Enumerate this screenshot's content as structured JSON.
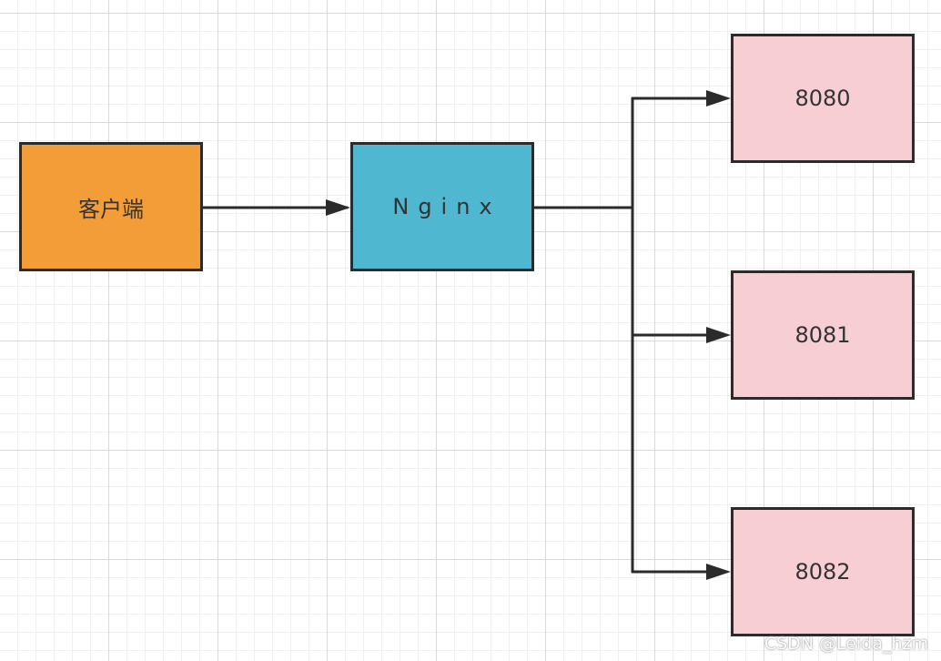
{
  "diagram": {
    "colors": {
      "client": "#f29d38",
      "nginx": "#50b7d1",
      "server": "#f7ced4",
      "line": "#2b2b2b"
    },
    "nodes": [
      {
        "id": "client",
        "label": "客户端"
      },
      {
        "id": "nginx",
        "label": "Nginx"
      },
      {
        "id": "s8080",
        "label": "8080"
      },
      {
        "id": "s8081",
        "label": "8081"
      },
      {
        "id": "s8082",
        "label": "8082"
      }
    ],
    "edges": [
      {
        "from": "client",
        "to": "nginx"
      },
      {
        "from": "nginx",
        "to": "s8080"
      },
      {
        "from": "nginx",
        "to": "s8081"
      },
      {
        "from": "nginx",
        "to": "s8082"
      }
    ]
  },
  "watermark": "CSDN @Leida_hzm"
}
